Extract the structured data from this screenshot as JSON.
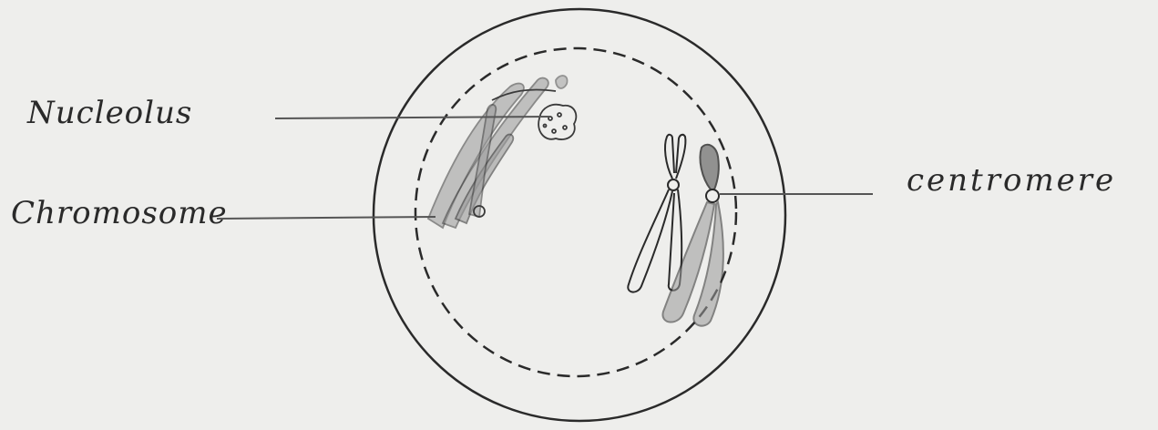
{
  "labels": {
    "nucleolus": "Nucleolus",
    "chromosome": "Chromosome",
    "centromere": "centromere"
  },
  "colors": {
    "paper": "#eeeeec",
    "pencil": "#2a2a2a",
    "shading": "#8a8a8a"
  }
}
